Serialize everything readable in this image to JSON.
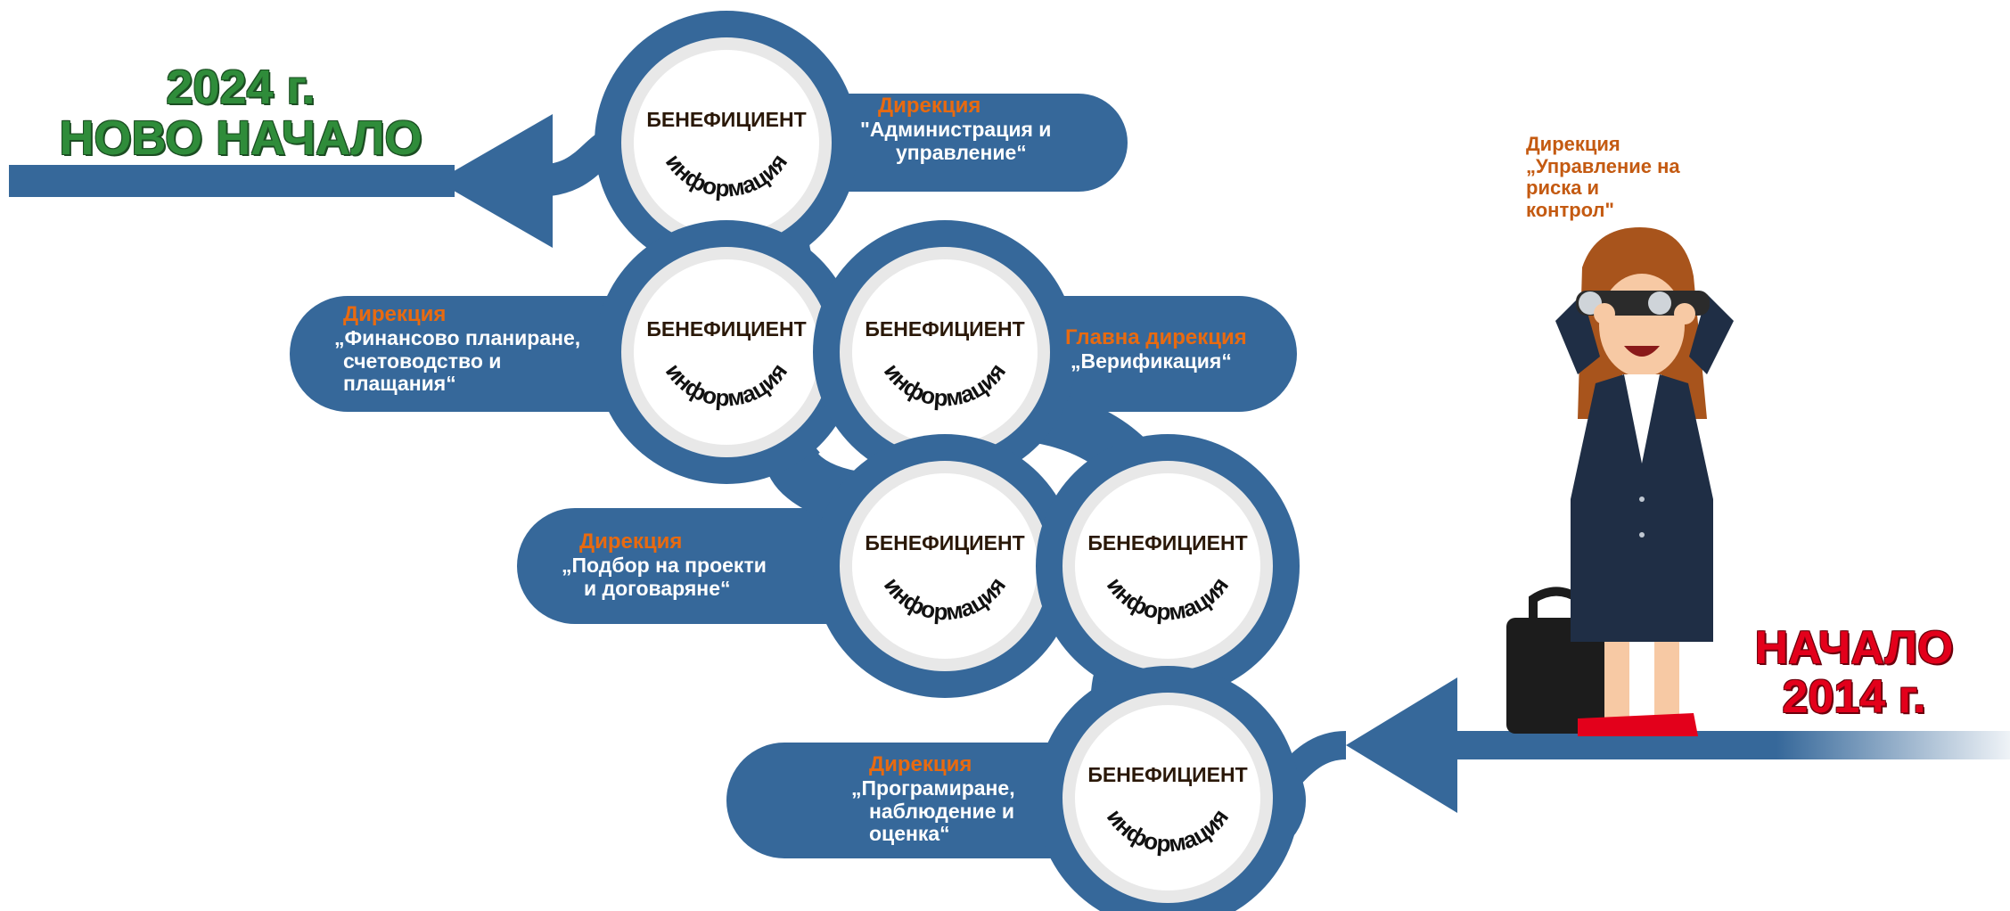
{
  "start": {
    "line1": "НАЧАЛО",
    "line2": "2014 г."
  },
  "new_start": {
    "line1": "2024 г.",
    "line2": "НОВО НАЧАЛО"
  },
  "circle": {
    "title": "БЕНЕФИЦИЕНТ",
    "arc": "информация"
  },
  "observer_directorate": {
    "line1": "Дирекция",
    "line2": "„Управление на",
    "line3": "риска и",
    "line4": "контрол\""
  },
  "directorates": [
    {
      "head": "Дирекция",
      "line1": "\"Администрация и",
      "line2": "управление“",
      "line3": ""
    },
    {
      "head": "Дирекция",
      "line1": "„Финансово планиране,",
      "line2": "счетоводство и",
      "line3": "плащания“"
    },
    {
      "head": "Главна дирекция",
      "line1": "„Верификация“",
      "line2": "",
      "line3": ""
    },
    {
      "head": "Дирекция",
      "line1": "„Подбор на проекти",
      "line2": "и договаряне“",
      "line3": ""
    },
    {
      "head": "Дирекция",
      "line1": "„Програмиране,",
      "line2": "наблюдение и",
      "line3": "оценка“"
    }
  ],
  "colors": {
    "path_blue": "#36689a",
    "circle_ring": "#e8e8e8",
    "heading_orange": "#e86a10",
    "start_red": "#e3001b",
    "new_start_green": "#2f8c3a",
    "jacket": "#1f2e45",
    "hair": "#a8541c",
    "skin": "#f7c9a4",
    "shoes": "#e3001b",
    "bag": "#1c1c1c"
  }
}
